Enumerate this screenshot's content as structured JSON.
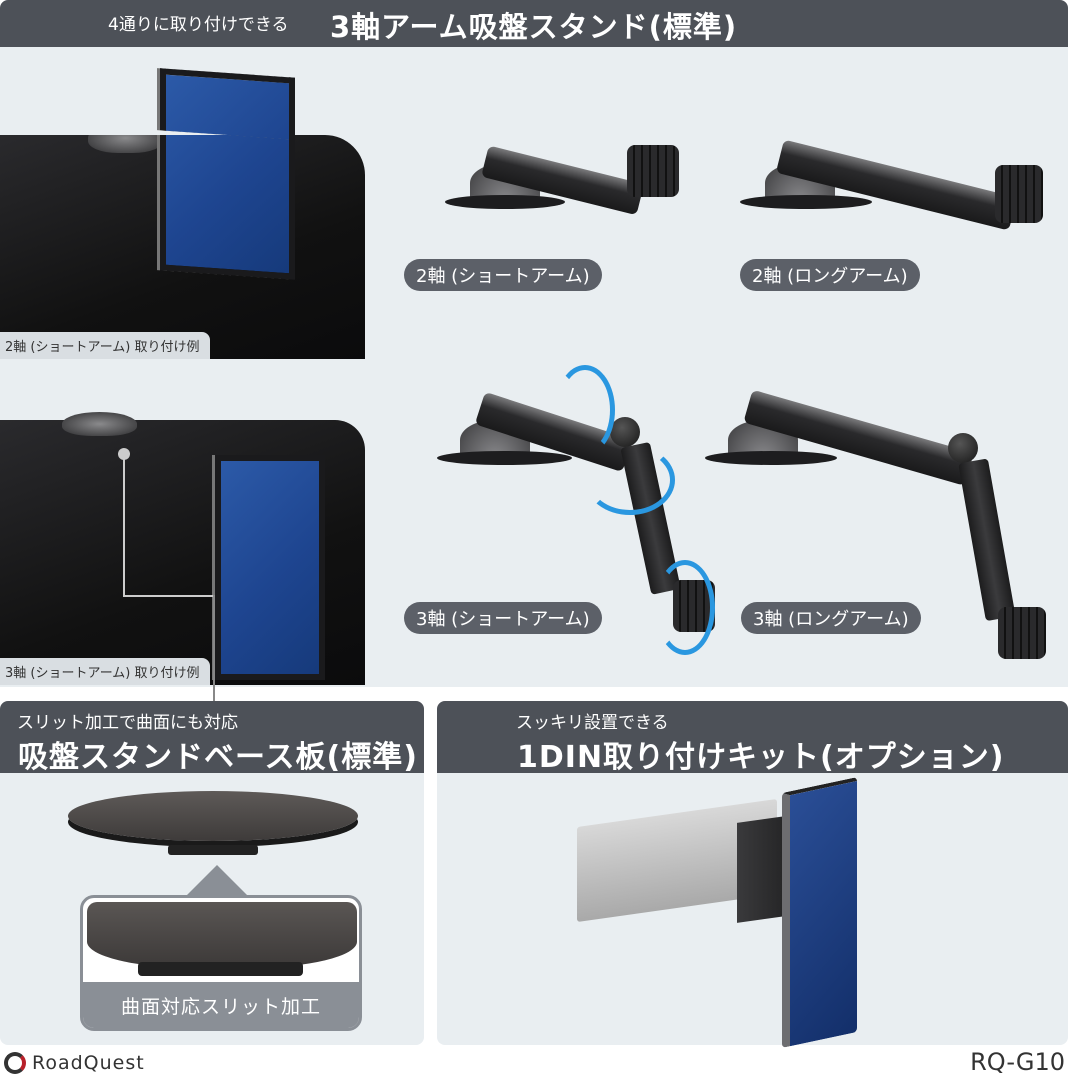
{
  "header": {
    "subtitle": "4通りに取り付けできる",
    "title": "3軸アーム吸盤スタンド(標準)"
  },
  "examples": [
    {
      "caption": "2軸 (ショートアーム) 取り付け例"
    },
    {
      "caption": "3軸 (ショートアーム) 取り付け例"
    }
  ],
  "variants": [
    {
      "label": "2軸 (ショートアーム)"
    },
    {
      "label": "2軸 (ロングアーム)"
    },
    {
      "label": "3軸 (ショートアーム)"
    },
    {
      "label": "3軸 (ロングアーム)"
    }
  ],
  "base_panel": {
    "subtitle": "スリット加工で曲面にも対応",
    "title": "吸盤スタンドベース板(標準)",
    "detail_label": "曲面対応スリット加工"
  },
  "din_panel": {
    "subtitle": "スッキリ設置できる",
    "title": "1DIN取り付けキット(オプション)"
  },
  "footer": {
    "brand": "RoadQuest",
    "model": "RQ-G10"
  },
  "colors": {
    "header_bg": "#4d5158",
    "panel_bg": "#e9eef1",
    "pill_bg": "#5c6068",
    "arrow_blue": "#2a97e0",
    "screen_blue": "#1e4590"
  }
}
